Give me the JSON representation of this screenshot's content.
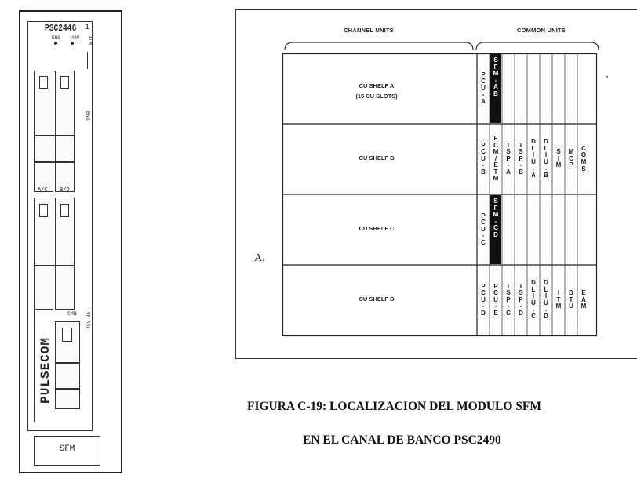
{
  "module": {
    "model": "PSC2446",
    "model_suffix": "1",
    "top_indicators": [
      "ENG",
      "-48V"
    ],
    "side_label_alm": "ALM",
    "eng_label": "ENG",
    "mid_labels": [
      "A/C",
      "B/D"
    ],
    "cmn_label": "CMN",
    "side_label_48v": "-48V 3A",
    "brand": "PULSECOM",
    "unit_name": "SFM"
  },
  "diagram": {
    "section_labels": [
      "CHANNEL UNITS",
      "COMMON UNITS"
    ],
    "marker": "A.",
    "shelves": [
      {
        "label_lines": [
          "CU SHELF A",
          "(15 CU SLOTS)"
        ],
        "slots": [
          {
            "text": "PCU-A",
            "inverted": false
          },
          {
            "text": "SFM-AB",
            "inverted": true
          }
        ]
      },
      {
        "label_lines": [
          "CU SHELF B"
        ],
        "slots": [
          {
            "text": "PCU-B",
            "inverted": false
          },
          {
            "text": "FCM/ETM",
            "inverted": false
          },
          {
            "text": "TSP-A",
            "inverted": false
          },
          {
            "text": "TSP-B",
            "inverted": false
          },
          {
            "text": "DLIU-A",
            "inverted": false
          },
          {
            "text": "DLIU-B",
            "inverted": false
          },
          {
            "text": "SIM",
            "inverted": false
          },
          {
            "text": "MCP",
            "inverted": false
          },
          {
            "text": "COMS",
            "inverted": false
          }
        ]
      },
      {
        "label_lines": [
          "CU SHELF C"
        ],
        "slots": [
          {
            "text": "PCU-C",
            "inverted": false
          },
          {
            "text": "SFM-CD",
            "inverted": true
          }
        ]
      },
      {
        "label_lines": [
          "CU SHELF D"
        ],
        "slots": [
          {
            "text": "PCU-D",
            "inverted": false
          },
          {
            "text": "PCU-E",
            "inverted": false
          },
          {
            "text": "TSP-C",
            "inverted": false
          },
          {
            "text": "TSP-D",
            "inverted": false
          },
          {
            "text": "DLIU-C",
            "inverted": false
          },
          {
            "text": "DLIU-D",
            "inverted": false
          },
          {
            "text": "ITM",
            "inverted": false
          },
          {
            "text": "DTU",
            "inverted": false
          },
          {
            "text": "EAM",
            "inverted": false
          }
        ]
      }
    ]
  },
  "caption": {
    "line1": "FIGURA C-19:  LOCALIZACION DEL MODULO SFM",
    "line2": "EN EL CANAL DE BANCO PSC2490"
  }
}
